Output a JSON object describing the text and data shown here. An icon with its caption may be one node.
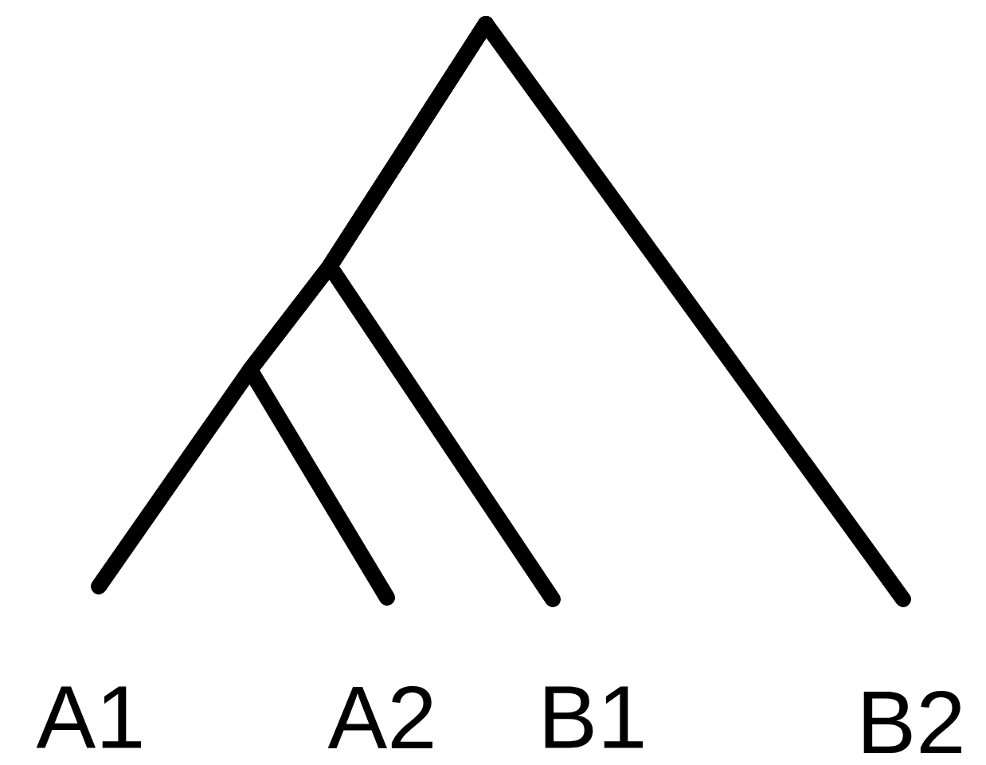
{
  "diagram": {
    "nodes": [
      {
        "text": [
          "A1"
        ]
      },
      {
        "text": [
          "A2"
        ]
      },
      {
        "text": [
          "B1"
        ]
      },
      {
        "text": [
          "B2"
        ]
      }
    ],
    "edges": [
      {
        "from": null,
        "to": 0,
        "arrow": "none"
      },
      {
        "from": null,
        "to": 1,
        "arrow": "none"
      },
      {
        "from": null,
        "to": 2,
        "arrow": "none"
      },
      {
        "from": null,
        "to": 3,
        "arrow": "none"
      }
    ]
  }
}
